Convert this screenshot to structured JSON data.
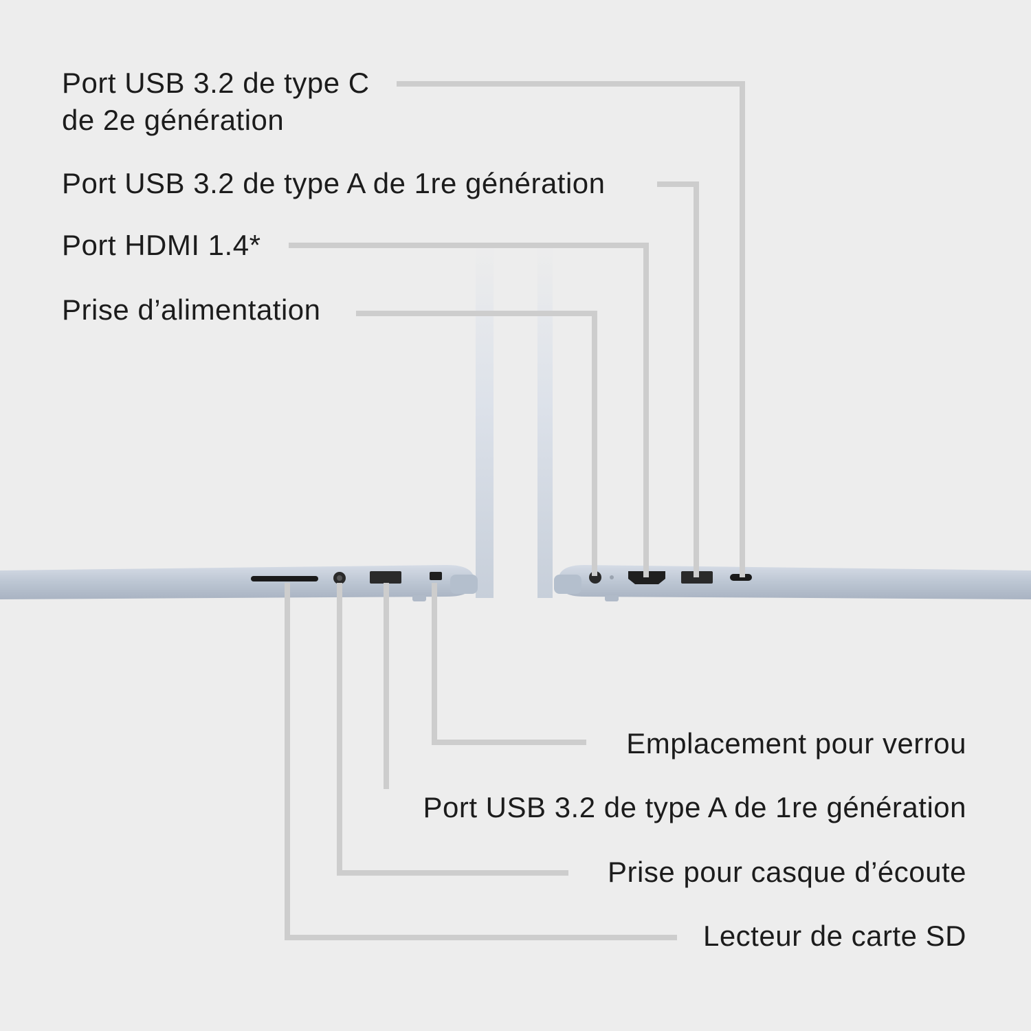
{
  "labels": {
    "usb_c": {
      "line1": "Port USB 3.2 de type C",
      "line2": "de 2e génération"
    },
    "usb_a_right": "Port USB 3.2 de type A de 1re génération",
    "hdmi": "Port HDMI 1.4*",
    "power": "Prise d’alimentation",
    "lock": "Emplacement pour verrou",
    "usb_a_left": "Port USB 3.2 de type A de 1re génération",
    "headphone": "Prise pour casque d’écoute",
    "sd": "Lecteur de carte SD"
  },
  "colors": {
    "background": "#ededed",
    "leader_line": "#cdcdcd",
    "laptop_body": "#c3ccd8",
    "text": "#1c1c1c"
  }
}
